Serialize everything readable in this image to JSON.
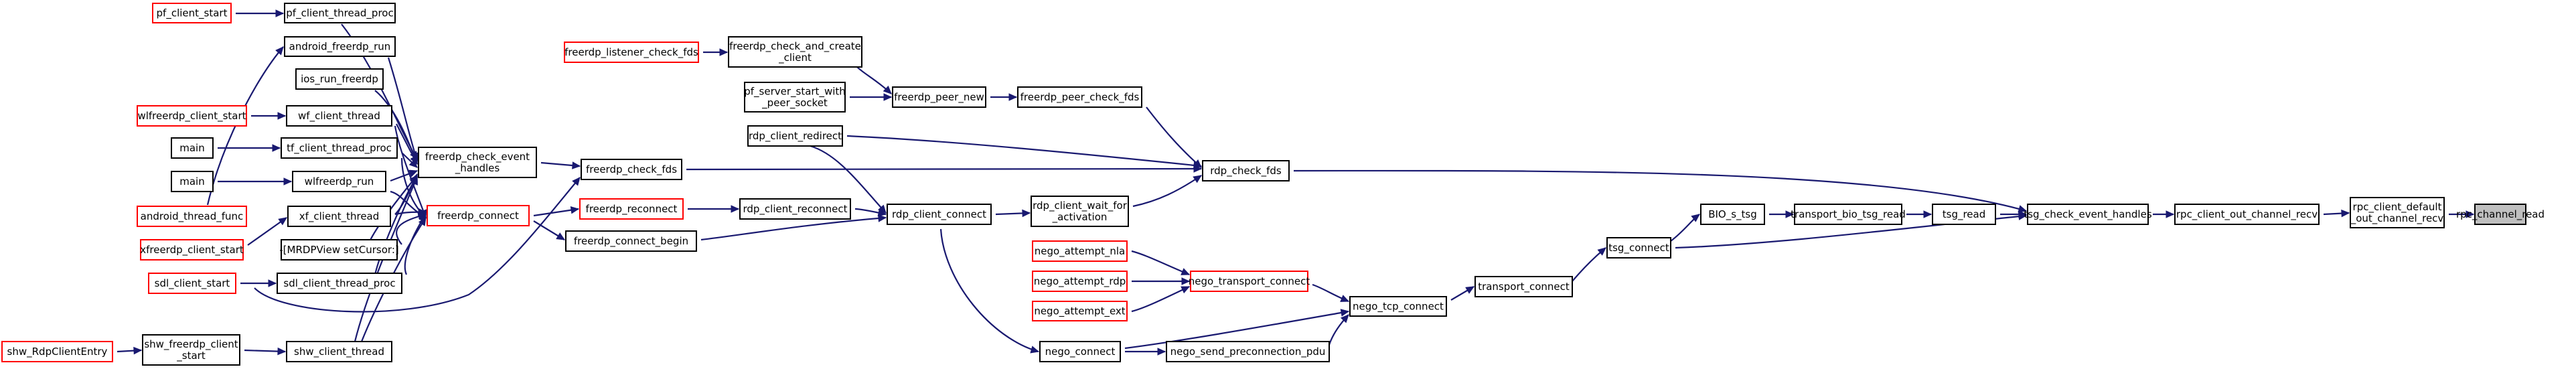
{
  "colors": {
    "edge": "#191970",
    "node_border": "#000000",
    "linked_node_border": "#ff0000",
    "node_fill": "#ffffff",
    "root_fill": "#bfbfbf",
    "text": "#000000"
  },
  "nodes": [
    {
      "id": "rpc_channel_read",
      "lines": [
        "rpc_channel_read"
      ],
      "style": "root"
    },
    {
      "id": "rpc_client_default_out_channel_recv",
      "lines": [
        "rpc_client_default",
        "_out_channel_recv"
      ],
      "style": "normal"
    },
    {
      "id": "rpc_client_out_channel_recv",
      "lines": [
        "rpc_client_out_channel_recv"
      ],
      "style": "normal"
    },
    {
      "id": "tsg_check_event_handles",
      "lines": [
        "tsg_check_event_handles"
      ],
      "style": "normal"
    },
    {
      "id": "tsg_read",
      "lines": [
        "tsg_read"
      ],
      "style": "normal"
    },
    {
      "id": "transport_bio_tsg_read",
      "lines": [
        "transport_bio_tsg_read"
      ],
      "style": "normal"
    },
    {
      "id": "BIO_s_tsg",
      "lines": [
        "BIO_s_tsg"
      ],
      "style": "normal"
    },
    {
      "id": "tsg_connect",
      "lines": [
        "tsg_connect"
      ],
      "style": "normal"
    },
    {
      "id": "transport_connect",
      "lines": [
        "transport_connect"
      ],
      "style": "normal"
    },
    {
      "id": "nego_tcp_connect",
      "lines": [
        "nego_tcp_connect"
      ],
      "style": "normal"
    },
    {
      "id": "nego_transport_connect",
      "lines": [
        "nego_transport_connect"
      ],
      "style": "linked"
    },
    {
      "id": "nego_attempt_nla",
      "lines": [
        "nego_attempt_nla"
      ],
      "style": "linked"
    },
    {
      "id": "nego_attempt_rdp",
      "lines": [
        "nego_attempt_rdp"
      ],
      "style": "linked"
    },
    {
      "id": "nego_attempt_ext",
      "lines": [
        "nego_attempt_ext"
      ],
      "style": "linked"
    },
    {
      "id": "nego_connect",
      "lines": [
        "nego_connect"
      ],
      "style": "normal"
    },
    {
      "id": "nego_send_preconnection_pdu",
      "lines": [
        "nego_send_preconnection_pdu"
      ],
      "style": "normal"
    },
    {
      "id": "rdp_check_fds",
      "lines": [
        "rdp_check_fds"
      ],
      "style": "normal"
    },
    {
      "id": "freerdp_peer_check_fds",
      "lines": [
        "freerdp_peer_check_fds"
      ],
      "style": "normal"
    },
    {
      "id": "freerdp_peer_new",
      "lines": [
        "freerdp_peer_new"
      ],
      "style": "normal"
    },
    {
      "id": "freerdp_check_and_create_client",
      "lines": [
        "freerdp_check_and_create",
        "_client"
      ],
      "style": "normal"
    },
    {
      "id": "freerdp_listener_check_fds",
      "lines": [
        "freerdp_listener_check_fds"
      ],
      "style": "linked"
    },
    {
      "id": "pf_server_start_with_peer_socket",
      "lines": [
        "pf_server_start_with",
        "_peer_socket"
      ],
      "style": "normal"
    },
    {
      "id": "rdp_client_redirect",
      "lines": [
        "rdp_client_redirect"
      ],
      "style": "normal"
    },
    {
      "id": "rdp_client_wait_for_activation",
      "lines": [
        "rdp_client_wait_for",
        "_activation"
      ],
      "style": "normal"
    },
    {
      "id": "rdp_client_connect",
      "lines": [
        "rdp_client_connect"
      ],
      "style": "normal"
    },
    {
      "id": "rdp_client_reconnect",
      "lines": [
        "rdp_client_reconnect"
      ],
      "style": "normal"
    },
    {
      "id": "freerdp_reconnect",
      "lines": [
        "freerdp_reconnect"
      ],
      "style": "linked"
    },
    {
      "id": "freerdp_connect_begin",
      "lines": [
        "freerdp_connect_begin"
      ],
      "style": "normal"
    },
    {
      "id": "freerdp_check_fds",
      "lines": [
        "freerdp_check_fds"
      ],
      "style": "normal"
    },
    {
      "id": "freerdp_connect",
      "lines": [
        "freerdp_connect"
      ],
      "style": "linked"
    },
    {
      "id": "freerdp_check_event_handles",
      "lines": [
        "freerdp_check_event",
        "_handles"
      ],
      "style": "normal"
    },
    {
      "id": "pf_client_thread_proc",
      "lines": [
        "pf_client_thread_proc"
      ],
      "style": "normal"
    },
    {
      "id": "pf_client_start",
      "lines": [
        "pf_client_start"
      ],
      "style": "linked"
    },
    {
      "id": "android_freerdp_run",
      "lines": [
        "android_freerdp_run"
      ],
      "style": "normal"
    },
    {
      "id": "ios_run_freerdp",
      "lines": [
        "ios_run_freerdp"
      ],
      "style": "normal"
    },
    {
      "id": "wf_client_thread",
      "lines": [
        "wf_client_thread"
      ],
      "style": "normal"
    },
    {
      "id": "wlfreerdp_client_start",
      "lines": [
        "wlfreerdp_client_start"
      ],
      "style": "linked"
    },
    {
      "id": "tf_client_thread_proc",
      "lines": [
        "tf_client_thread_proc"
      ],
      "style": "normal"
    },
    {
      "id": "main_1",
      "lines": [
        "main"
      ],
      "style": "normal"
    },
    {
      "id": "main_2",
      "lines": [
        "main"
      ],
      "style": "normal"
    },
    {
      "id": "wlfreerdp_run",
      "lines": [
        "wlfreerdp_run"
      ],
      "style": "normal"
    },
    {
      "id": "android_thread_func",
      "lines": [
        "android_thread_func"
      ],
      "style": "linked"
    },
    {
      "id": "xf_client_thread",
      "lines": [
        "xf_client_thread"
      ],
      "style": "normal"
    },
    {
      "id": "xfreerdp_client_start",
      "lines": [
        "xfreerdp_client_start"
      ],
      "style": "linked"
    },
    {
      "id": "mrdpview_set_cursor",
      "lines": [
        "-[MRDPView setCursor:]"
      ],
      "style": "normal"
    },
    {
      "id": "sdl_client_thread_proc",
      "lines": [
        "sdl_client_thread_proc"
      ],
      "style": "normal"
    },
    {
      "id": "sdl_client_start",
      "lines": [
        "sdl_client_start"
      ],
      "style": "linked"
    },
    {
      "id": "shw_client_thread",
      "lines": [
        "shw_client_thread"
      ],
      "style": "normal"
    },
    {
      "id": "shw_freerdp_client_start",
      "lines": [
        "shw_freerdp_client",
        "_start"
      ],
      "style": "normal"
    },
    {
      "id": "shw_RdpClientEntry",
      "lines": [
        "shw_RdpClientEntry"
      ],
      "style": "linked"
    }
  ]
}
